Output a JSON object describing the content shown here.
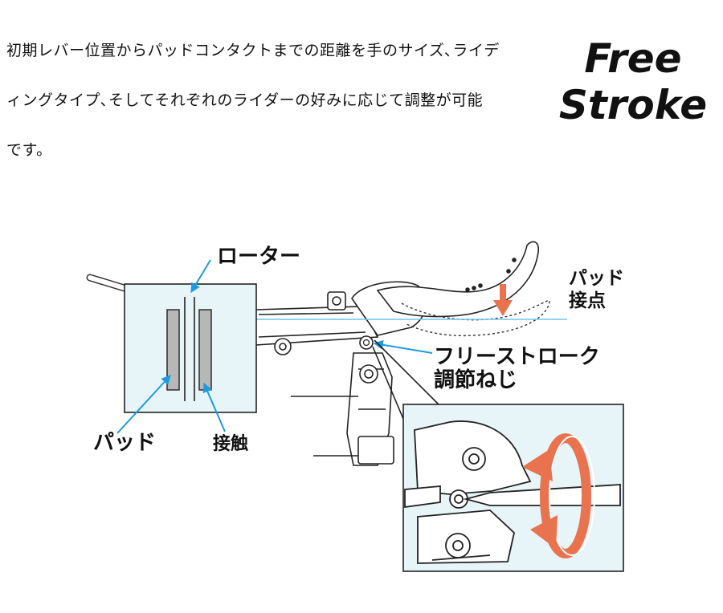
{
  "intro": {
    "lines": [
      "初期レバー位置からパッドコンタクトまでの距離を手のサイズ､ライデ",
      "ィングタイプ､そしてそれぞれのライダーの好みに応じて調整が可能",
      "です。"
    ]
  },
  "title": {
    "line1": "Free",
    "line2": "Stroke"
  },
  "diagram": {
    "rotor_label": "ローター",
    "pad_label": "パッド",
    "contact_label": "接触",
    "pad_contact_label": [
      "パッド",
      "接点"
    ],
    "screw_label": [
      "フリーストローク",
      "調節ねじ"
    ]
  },
  "colors": {
    "callout_arrow": "#1e9ae0",
    "reference_line": "#6fc6ea",
    "box_fill": "#e7f4f8",
    "pad_fill": "#b7b7b7",
    "orange_arrow": "#e8734e"
  }
}
